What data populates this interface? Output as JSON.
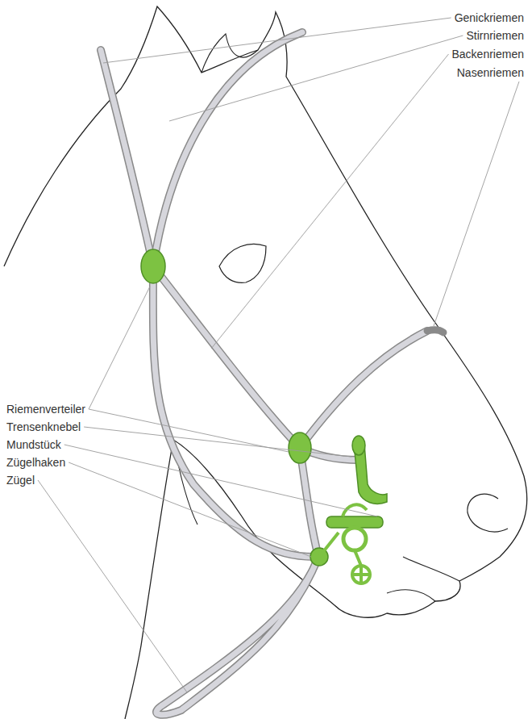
{
  "diagram": {
    "labels": [
      "Genickriemen",
      "Stirnriemen",
      "Backenriemen",
      "Nasenriemen",
      "Riemenverteiler",
      "Trensenknebel",
      "Mundstück",
      "Zügelhaken",
      "Zügel"
    ]
  }
}
